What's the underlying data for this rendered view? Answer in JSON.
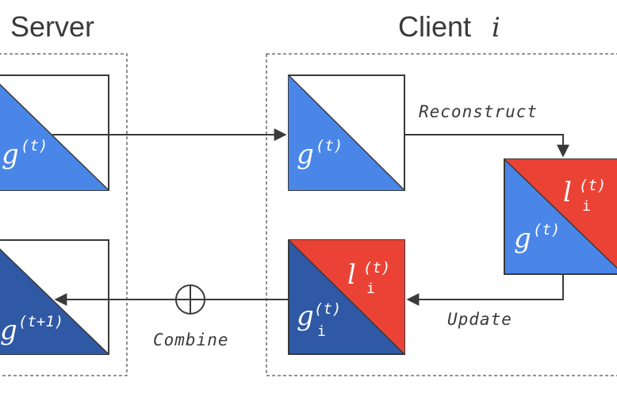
{
  "headers": {
    "server": "Server",
    "client_word": "Client",
    "client_index": "i"
  },
  "edge_labels": {
    "reconstruct": "Reconstruct",
    "update": "Update",
    "combine": "Combine"
  },
  "symbols": {
    "global_base": "g",
    "global_sup_t": "(t)",
    "global_sup_t1": "(t+1)",
    "local_base": "l",
    "local_sub": "i",
    "local_sup": "(t)"
  },
  "colors": {
    "global_blue": "#4a86e8",
    "dark_blue": "#2f58a5",
    "local_red": "#ea4335",
    "line": "#3a3a3a",
    "dashed_box": "#555555"
  }
}
